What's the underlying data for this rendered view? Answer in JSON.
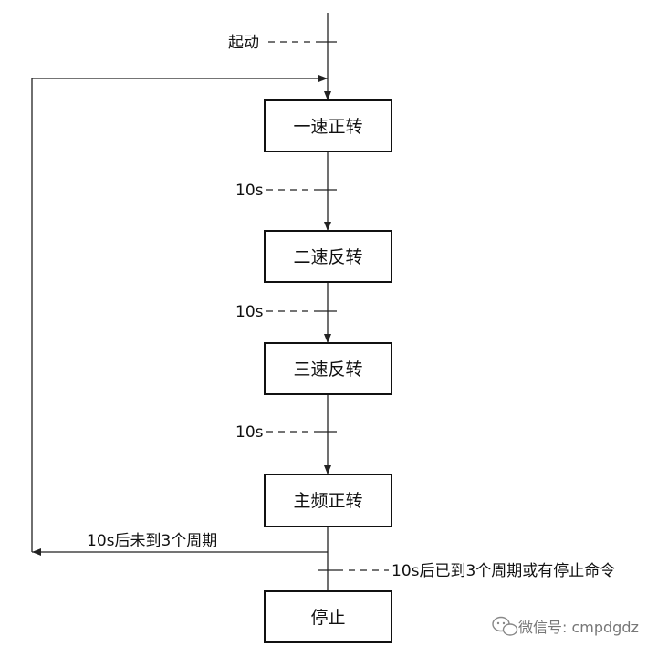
{
  "start_label": "起动",
  "steps": [
    {
      "label": "一速正转"
    },
    {
      "label": "二速反转"
    },
    {
      "label": "三速反转"
    },
    {
      "label": "主频正转"
    },
    {
      "label": "停止"
    }
  ],
  "transitions": [
    {
      "label": "10s"
    },
    {
      "label": "10s"
    },
    {
      "label": "10s"
    }
  ],
  "loop_label": "10s后未到3个周期",
  "exit_label": "10s后已到3个周期或有停止命令",
  "watermark": {
    "text": "微信号: cmpdgdz",
    "icon": "wechat-icon"
  }
}
